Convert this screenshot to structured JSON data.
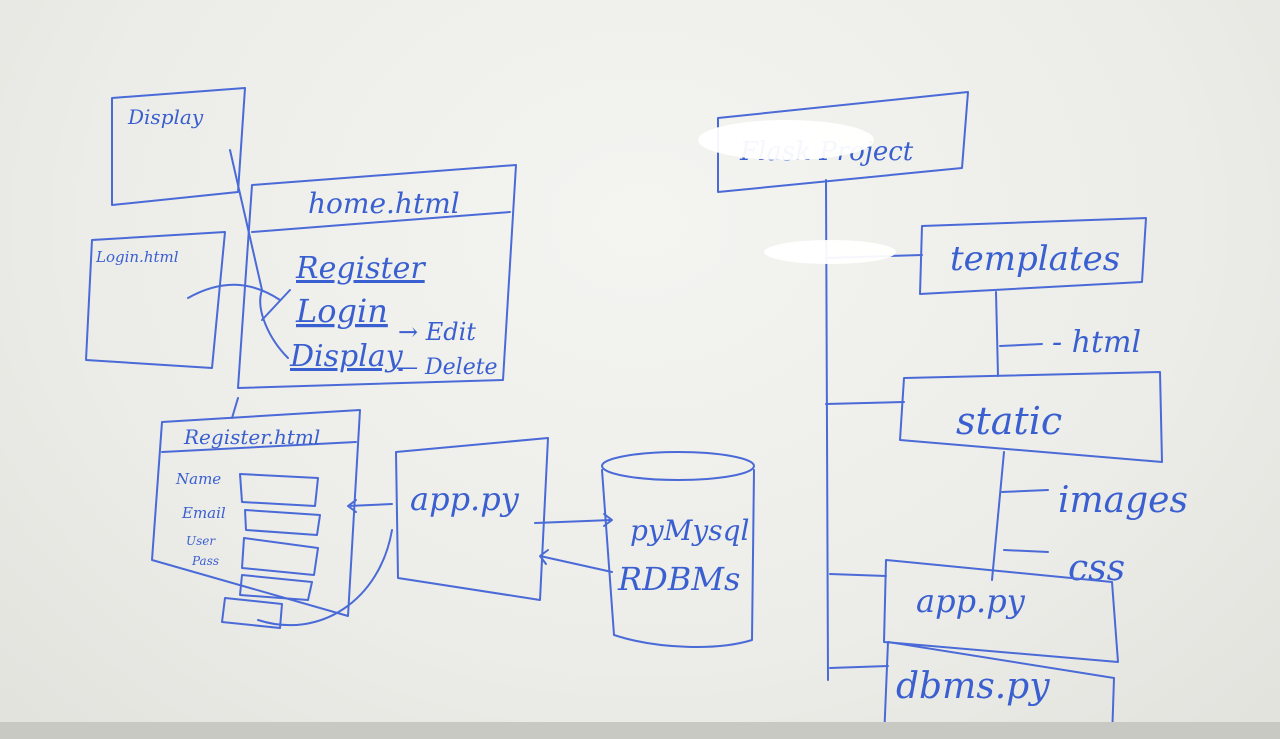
{
  "wireframes": {
    "display": "Display",
    "home": "home.html",
    "home_links": [
      "Register",
      "Login",
      "Display"
    ],
    "edit": "→ Edit",
    "delete": "— Delete",
    "login": "Login.html",
    "register": "Register.html",
    "form_fields": [
      "Name",
      "Email",
      "User",
      "Pass"
    ],
    "app": "app.py",
    "db_top": "pyMysql",
    "db_bottom": "RDBMs"
  },
  "tree": {
    "root": "Flask Project",
    "templates": "templates",
    "html": "- html",
    "static": "static",
    "images": "images",
    "css": "css",
    "app": "app.py",
    "dbms": "dbms.py"
  },
  "colors": {
    "ink": "#4a6ad8",
    "board": "#ecece8"
  }
}
